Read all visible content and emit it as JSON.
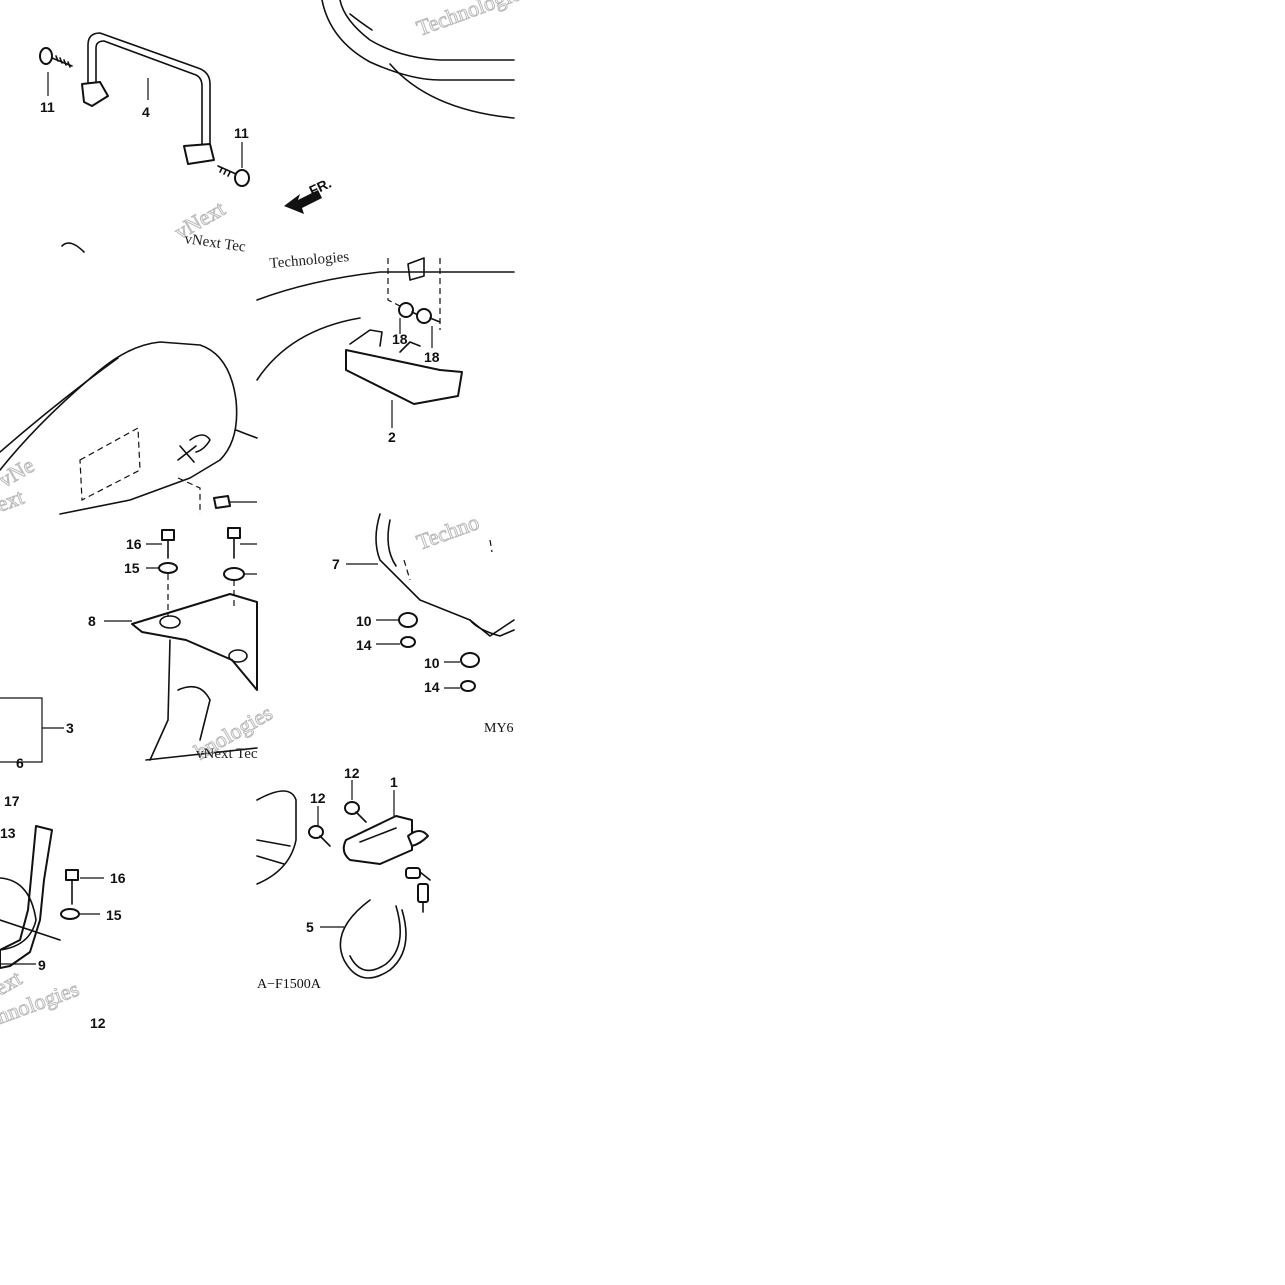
{
  "diagram": {
    "callouts": [
      "11",
      "4",
      "11",
      "18",
      "18",
      "2",
      "16",
      "15",
      "8",
      "7",
      "10",
      "14",
      "10",
      "14",
      "3",
      "6",
      "17",
      "13",
      "16",
      "15",
      "9",
      "12",
      "12",
      "12",
      "1",
      "5"
    ],
    "direction_arrow": {
      "label": "FR.",
      "icon": "arrow-left-icon"
    },
    "diagram_codes": [
      "MY6",
      "A−F1500A"
    ],
    "watermarks": [
      "Technologies",
      "vNext Tec",
      "vNext",
      "Technologies",
      "ext",
      "hnologies",
      "Techno",
      "vNext Tec",
      "vNe",
      "ext",
      "hnologies"
    ]
  }
}
